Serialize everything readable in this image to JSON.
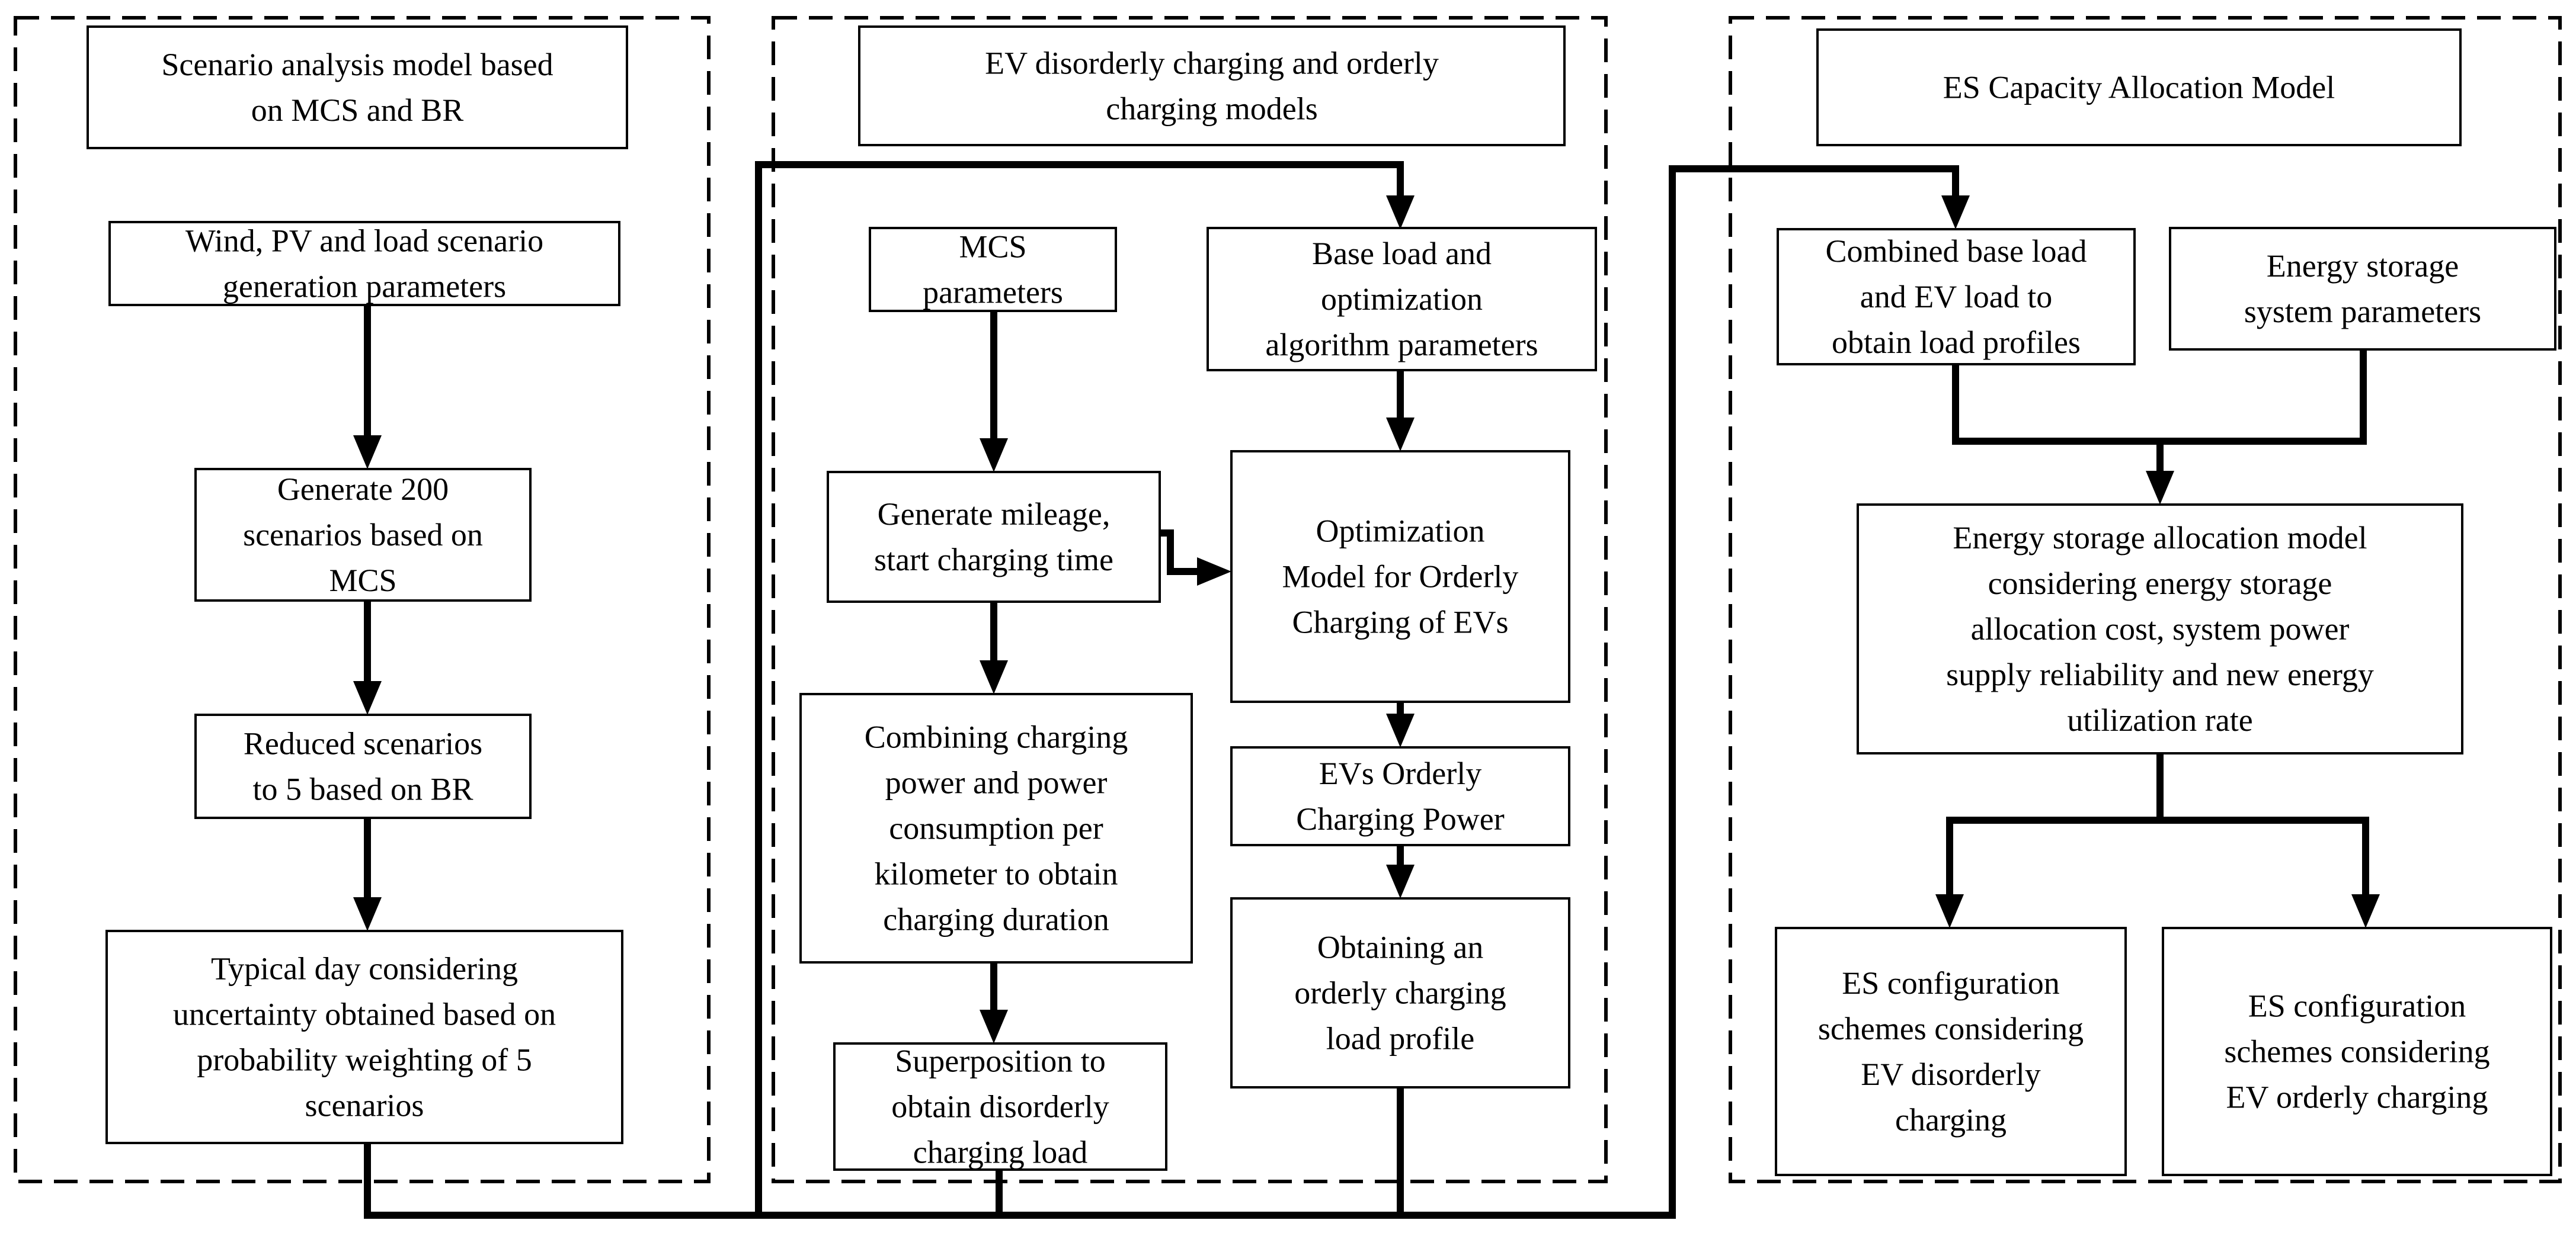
{
  "panels": {
    "scenario": {
      "title": [
        "Scenario analysis model based",
        "on MCS and BR"
      ],
      "boxes": {
        "params": [
          "Wind, PV and load scenario",
          "generation parameters"
        ],
        "generate": [
          "Generate 200",
          "scenarios based on",
          "MCS"
        ],
        "reduce": [
          "Reduced scenarios",
          "to 5 based on BR"
        ],
        "typical": [
          "Typical day considering",
          "uncertainty obtained based on",
          "probability weighting of 5",
          "scenarios"
        ]
      }
    },
    "charging": {
      "title": [
        "EV disorderly charging and orderly",
        "charging models"
      ],
      "boxes": {
        "mcs_params": [
          "MCS",
          "parameters"
        ],
        "base_load": [
          "Base load and",
          "optimization",
          "algorithm parameters"
        ],
        "mileage": [
          "Generate mileage,",
          "start charging time"
        ],
        "optimization": [
          "Optimization",
          "Model for Orderly",
          "Charging of EVs"
        ],
        "combining": [
          "Combining charging",
          "power and power",
          "consumption per",
          "kilometer to obtain",
          "charging duration"
        ],
        "orderly_power": [
          "EVs Orderly",
          "Charging Power"
        ],
        "superposition": [
          "Superposition to",
          "obtain disorderly",
          "charging load"
        ],
        "orderly_profile": [
          "Obtaining an",
          "orderly charging",
          "load profile"
        ]
      }
    },
    "storage": {
      "title": [
        "ES Capacity Allocation Model"
      ],
      "boxes": {
        "combined": [
          "Combined base load",
          "and EV load to",
          "obtain load profiles"
        ],
        "ess_params": [
          "Energy storage",
          "system parameters"
        ],
        "allocation": [
          "Energy storage allocation model",
          "considering energy storage",
          "allocation cost, system power",
          "supply reliability and new energy",
          "utilization rate"
        ],
        "scheme_disorderly": [
          "ES configuration",
          "schemes considering",
          "EV disorderly",
          "charging"
        ],
        "scheme_orderly": [
          "ES configuration",
          "schemes considering",
          "EV orderly charging"
        ]
      }
    }
  }
}
